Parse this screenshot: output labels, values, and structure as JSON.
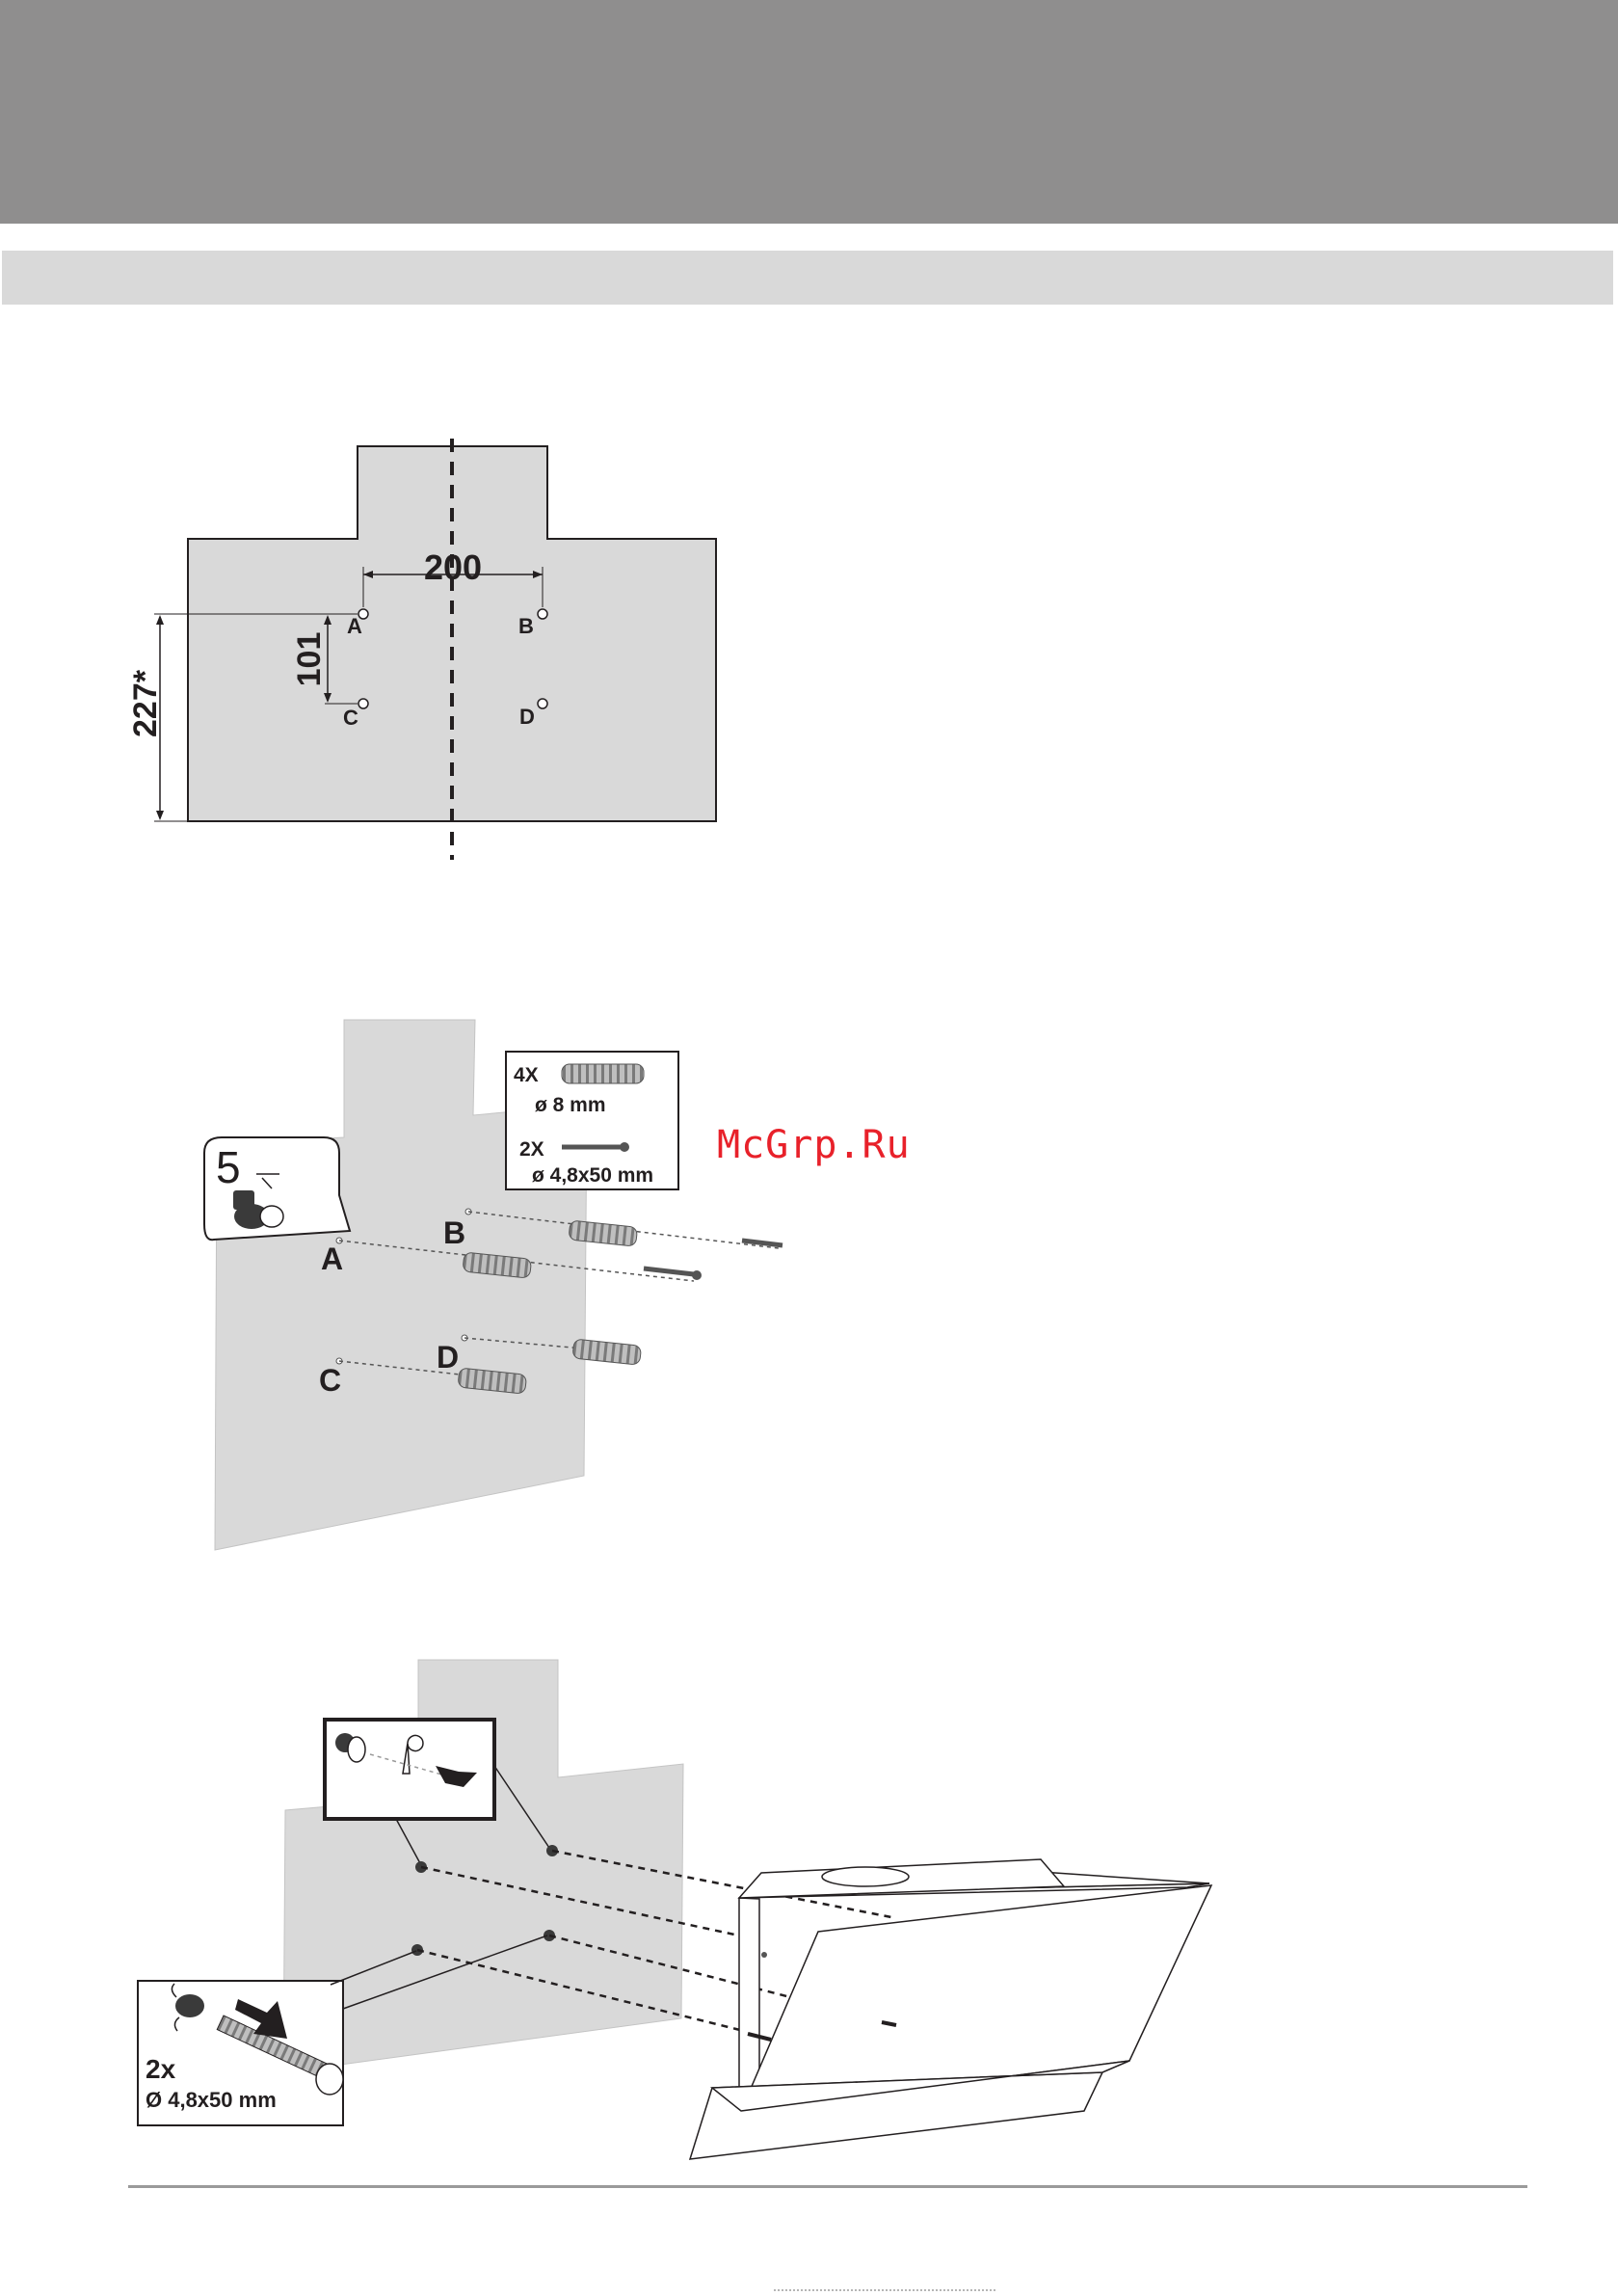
{
  "template": {
    "dim_width": "200",
    "dim_vertical": "101",
    "dim_height": "227*",
    "holes": [
      "A",
      "B",
      "C",
      "D"
    ]
  },
  "wall_fixing": {
    "inset_step": "5",
    "holes": [
      "A",
      "B",
      "C",
      "D"
    ],
    "plugs_qty": "4X",
    "plugs_size": "ø 8 mm",
    "screws_qty": "2X",
    "screws_size": "ø 4,8x50 mm"
  },
  "hood_mount": {
    "screws_qty": "2x",
    "screws_size": "Ø 4,8x50 mm"
  },
  "watermark": "McGrp.Ru",
  "colors": {
    "header": "#8f8e8e",
    "subheader": "#d9d9d9",
    "panel_fill": "#d9d9d9",
    "watermark": "#e8212a"
  }
}
